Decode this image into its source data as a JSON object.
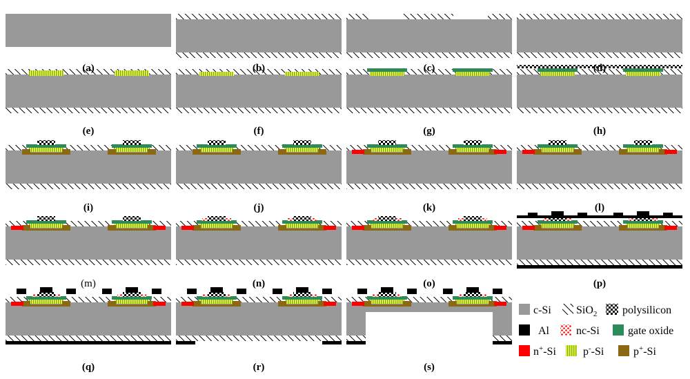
{
  "panels": [
    {
      "id": "a",
      "label": "a",
      "bold": true
    },
    {
      "id": "b",
      "label": "b",
      "bold": true
    },
    {
      "id": "c",
      "label": "c",
      "bold": true
    },
    {
      "id": "d",
      "label": "d",
      "bold": true
    },
    {
      "id": "e",
      "label": "e",
      "bold": true
    },
    {
      "id": "f",
      "label": "f",
      "bold": true
    },
    {
      "id": "g",
      "label": "g",
      "bold": true
    },
    {
      "id": "h",
      "label": "h",
      "bold": true
    },
    {
      "id": "i",
      "label": "i",
      "bold": true
    },
    {
      "id": "j",
      "label": "j",
      "bold": true
    },
    {
      "id": "k",
      "label": "k",
      "bold": true
    },
    {
      "id": "l",
      "label": "l",
      "bold": true
    },
    {
      "id": "m",
      "label": "m",
      "bold": false
    },
    {
      "id": "n",
      "label": "n",
      "bold": true
    },
    {
      "id": "o",
      "label": "o",
      "bold": true
    },
    {
      "id": "p",
      "label": "p",
      "bold": true
    },
    {
      "id": "q",
      "label": "q",
      "bold": true
    },
    {
      "id": "r",
      "label": "r",
      "bold": true
    },
    {
      "id": "s",
      "label": "s",
      "bold": true
    }
  ],
  "legend": {
    "csi": "c-Si",
    "sio2_main": "SiO",
    "sio2_sub": "2",
    "poly": "polysilicon",
    "al": "Al",
    "ncsi": "nc-Si",
    "gox": "gate oxide",
    "nplus_main": "n",
    "nplus_sup": "+",
    "nplus_tail": "-Si",
    "pminus_main": "p",
    "pminus_sup": "-",
    "pminus_tail": "-Si",
    "pplus_main": "p",
    "pplus_sup": "+",
    "pplus_tail": "-Si"
  },
  "colors": {
    "csi": "#999999",
    "hatch": "#000000",
    "al": "#000000",
    "ncsi": "#ff0000",
    "gox": "#2e8b57",
    "nplus": "#ff0000",
    "pminus_bg": "#ffff66",
    "pminus_stripe": "#77b300",
    "pplus": "#8b6914",
    "poly_a": "#000000",
    "poly_b": "#ffffff"
  }
}
